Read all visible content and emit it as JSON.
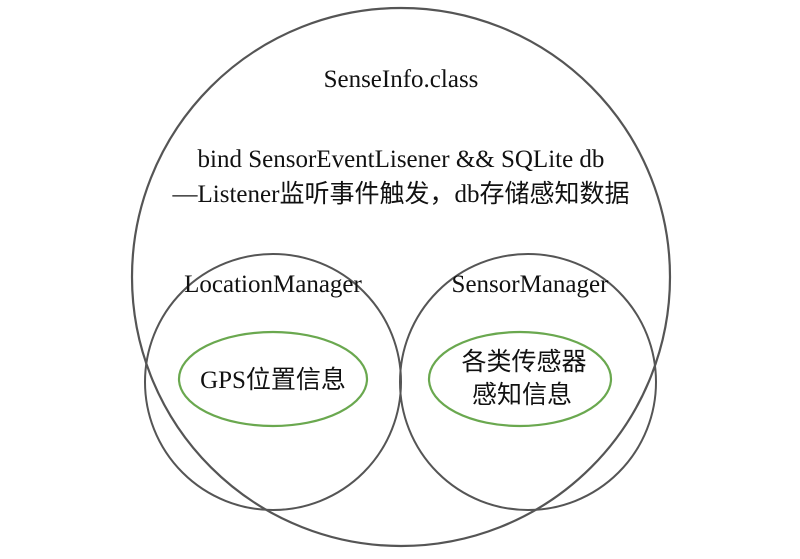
{
  "outer": {
    "title": "SenseInfo.class",
    "description_line1": "bind SensorEventLisener && SQLite db",
    "description_line2": "—Listener监听事件触发，db存储感知数据"
  },
  "location_manager": {
    "label": "LocationManager",
    "inner_label": "GPS位置信息"
  },
  "sensor_manager": {
    "label": "SensorManager",
    "inner_line1": "各类传感器",
    "inner_line2": "感知信息"
  },
  "colors": {
    "circle_stroke": "#555555",
    "inner_ellipse_stroke": "#6aa84f",
    "text": "#111111",
    "background": "#ffffff"
  }
}
